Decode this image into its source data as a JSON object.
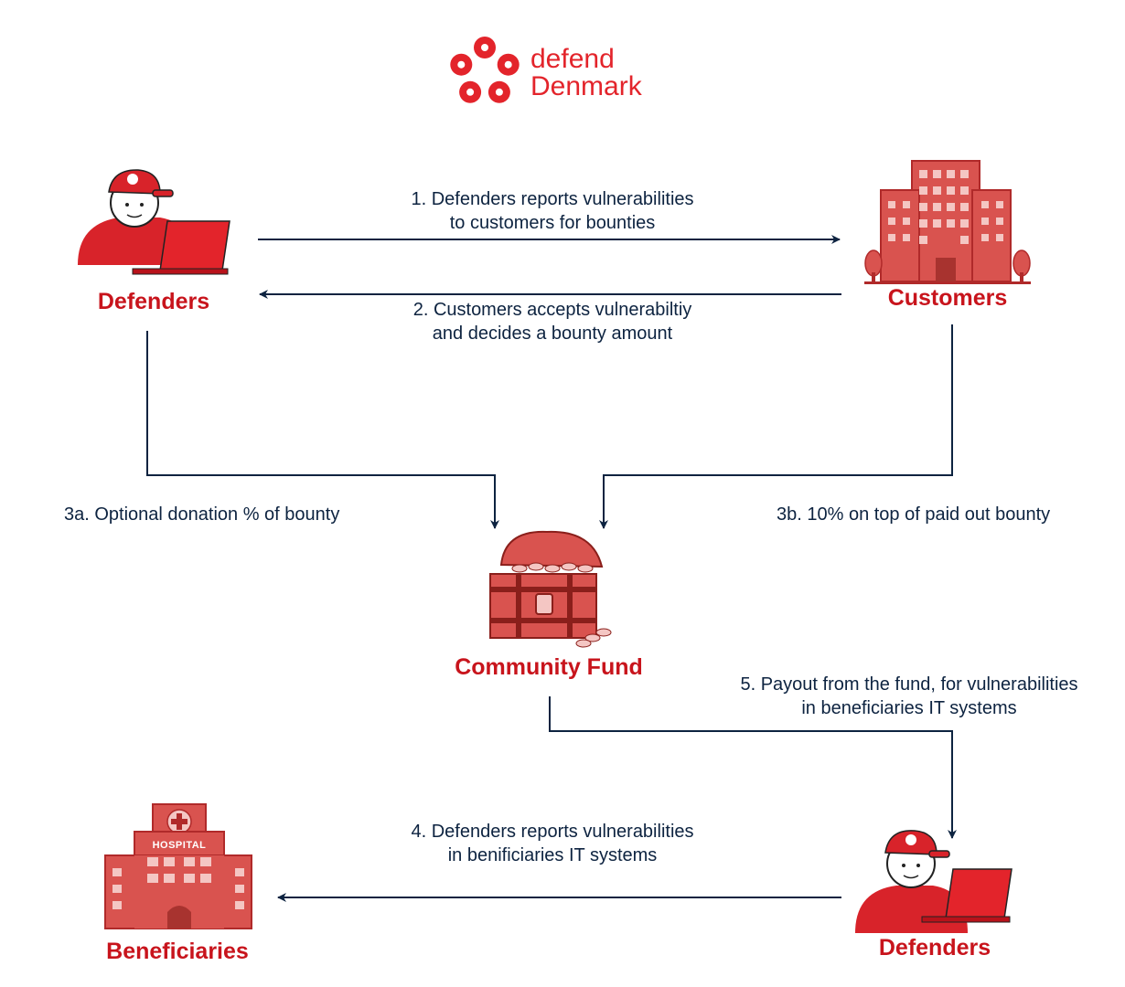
{
  "logo": {
    "line1": "defend",
    "line2": "Denmark",
    "color": "#e3242b"
  },
  "nodes": {
    "defenders_top": "Defenders",
    "customers": "Customers",
    "community_fund": "Community Fund",
    "beneficiaries": "Beneficiaries",
    "defenders_bottom": "Defenders",
    "hospital_sign": "HOSPITAL"
  },
  "edges": {
    "e1": {
      "line1": "1. Defenders reports vulnerabilities",
      "line2": "to customers for bounties"
    },
    "e2": {
      "line1": "2. Customers accepts vulnerabiltiy",
      "line2": "and decides a bounty amount"
    },
    "e3a": {
      "line1": "3a. Optional donation % of bounty"
    },
    "e3b": {
      "line1": "3b. 10% on top of paid out bounty"
    },
    "e4": {
      "line1": "4. Defenders reports vulnerabilities",
      "line2": "in benificiaries IT systems"
    },
    "e5": {
      "line1": "5. Payout from the fund, for vulnerabilities",
      "line2": "in beneficiaries IT systems"
    }
  },
  "colors": {
    "accent": "#c8141c",
    "arrow": "#0d2340",
    "illustration": "#d9534f"
  }
}
